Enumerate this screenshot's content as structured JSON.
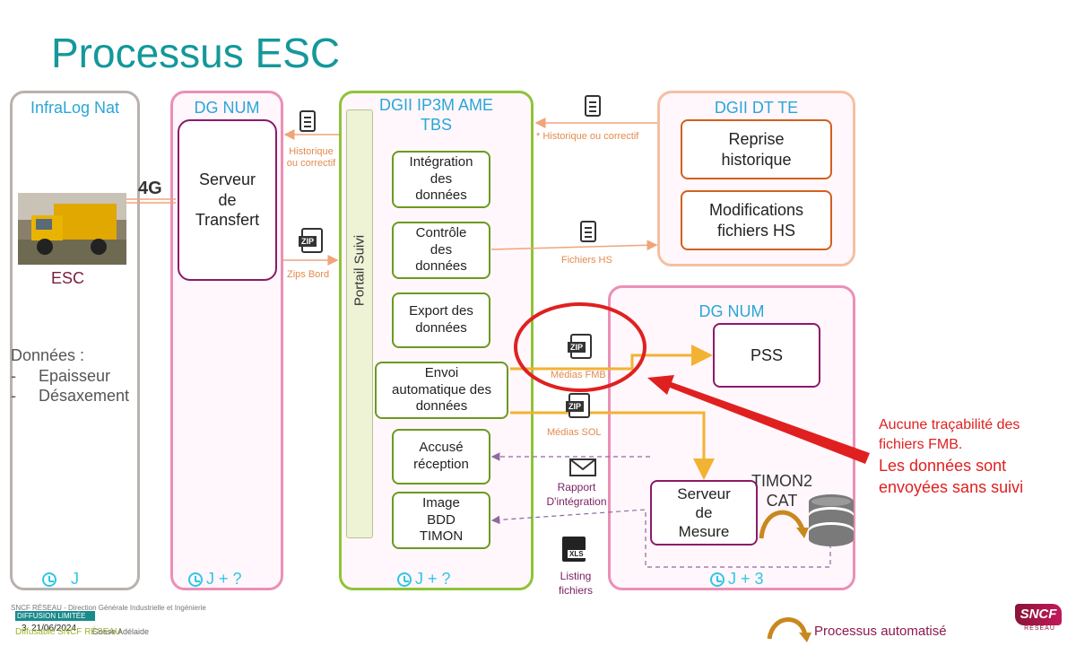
{
  "title": "Processus ESC",
  "lanes": {
    "infralog": "InfraLog Nat",
    "dgnum1": "DG NUM",
    "dgii_line1": "DGII IP3M AME",
    "dgii_line2": "TBS",
    "dgii_dt": "DGII DT TE",
    "dgnum2": "DG NUM"
  },
  "esc_label": "ESC",
  "link_4g": "4G",
  "donnees": {
    "title": "Données :",
    "items": [
      "Epaisseur",
      "Désaxement"
    ]
  },
  "serveur_transfert": "Serveur\nde\nTransfert",
  "portail": "Portail Suivi",
  "green_boxes": {
    "integration": "Intégration\ndes\ndonnées",
    "controle": "Contrôle\ndes\ndonnées",
    "export": "Export des\ndonnées",
    "envoi": "Envoi\nautomatique des\ndonnées",
    "accuse": "Accusé\nréception",
    "image": "Image\nBDD\nTIMON"
  },
  "orange_boxes": {
    "reprise": "Reprise\nhistorique",
    "modifs": "Modifications\nfichiers HS"
  },
  "pss": "PSS",
  "serveur_mesure": "Serveur\nde\nMesure",
  "timon2": "TIMON2\nCAT",
  "flow_labels": {
    "historique_left": "Historique\nou correctif",
    "zips_bord": "Zips Bord",
    "historique_right": "* Historique ou correctif",
    "fichiers_hs": "Fichiers HS",
    "medias_fmb": "Médias FMB",
    "medias_sol": "Médias SOL",
    "rapport": "Rapport\nD'intégration",
    "listing": "Listing\nfichiers"
  },
  "icon_labels": {
    "zip": "ZIP",
    "xls": "XLS"
  },
  "j_labels": {
    "j1": "J",
    "j2": "J + ?",
    "j3": "J + ?",
    "j4": "J + 3"
  },
  "annotation": {
    "line1": "Aucune traçabilité des",
    "line2": "fichiers FMB.",
    "line3": "Les données sont",
    "line4": "envoyées sans suivi"
  },
  "legend": "Processus automatisé",
  "footer": {
    "org": "SNCF RÉSEAU - Direction Générale Industrielle et Ingénierie",
    "diffusion": "DIFFUSION LIMITÉE",
    "page": "3",
    "date": "21/06/2024",
    "overlap_text": "Diffusable SNCF RÉSEAU",
    "author": "Gosse Adélaide"
  },
  "logo": {
    "text": "SNCF",
    "sub": "RÉSEAU"
  },
  "colors": {
    "title": "#14989a",
    "lane_title": "#2aa6d7",
    "green": "#6a9a1f",
    "orange_box": "#d2601e",
    "purple": "#8b1a6b",
    "yellow_arrow": "#f2b233",
    "red": "#e02020"
  }
}
